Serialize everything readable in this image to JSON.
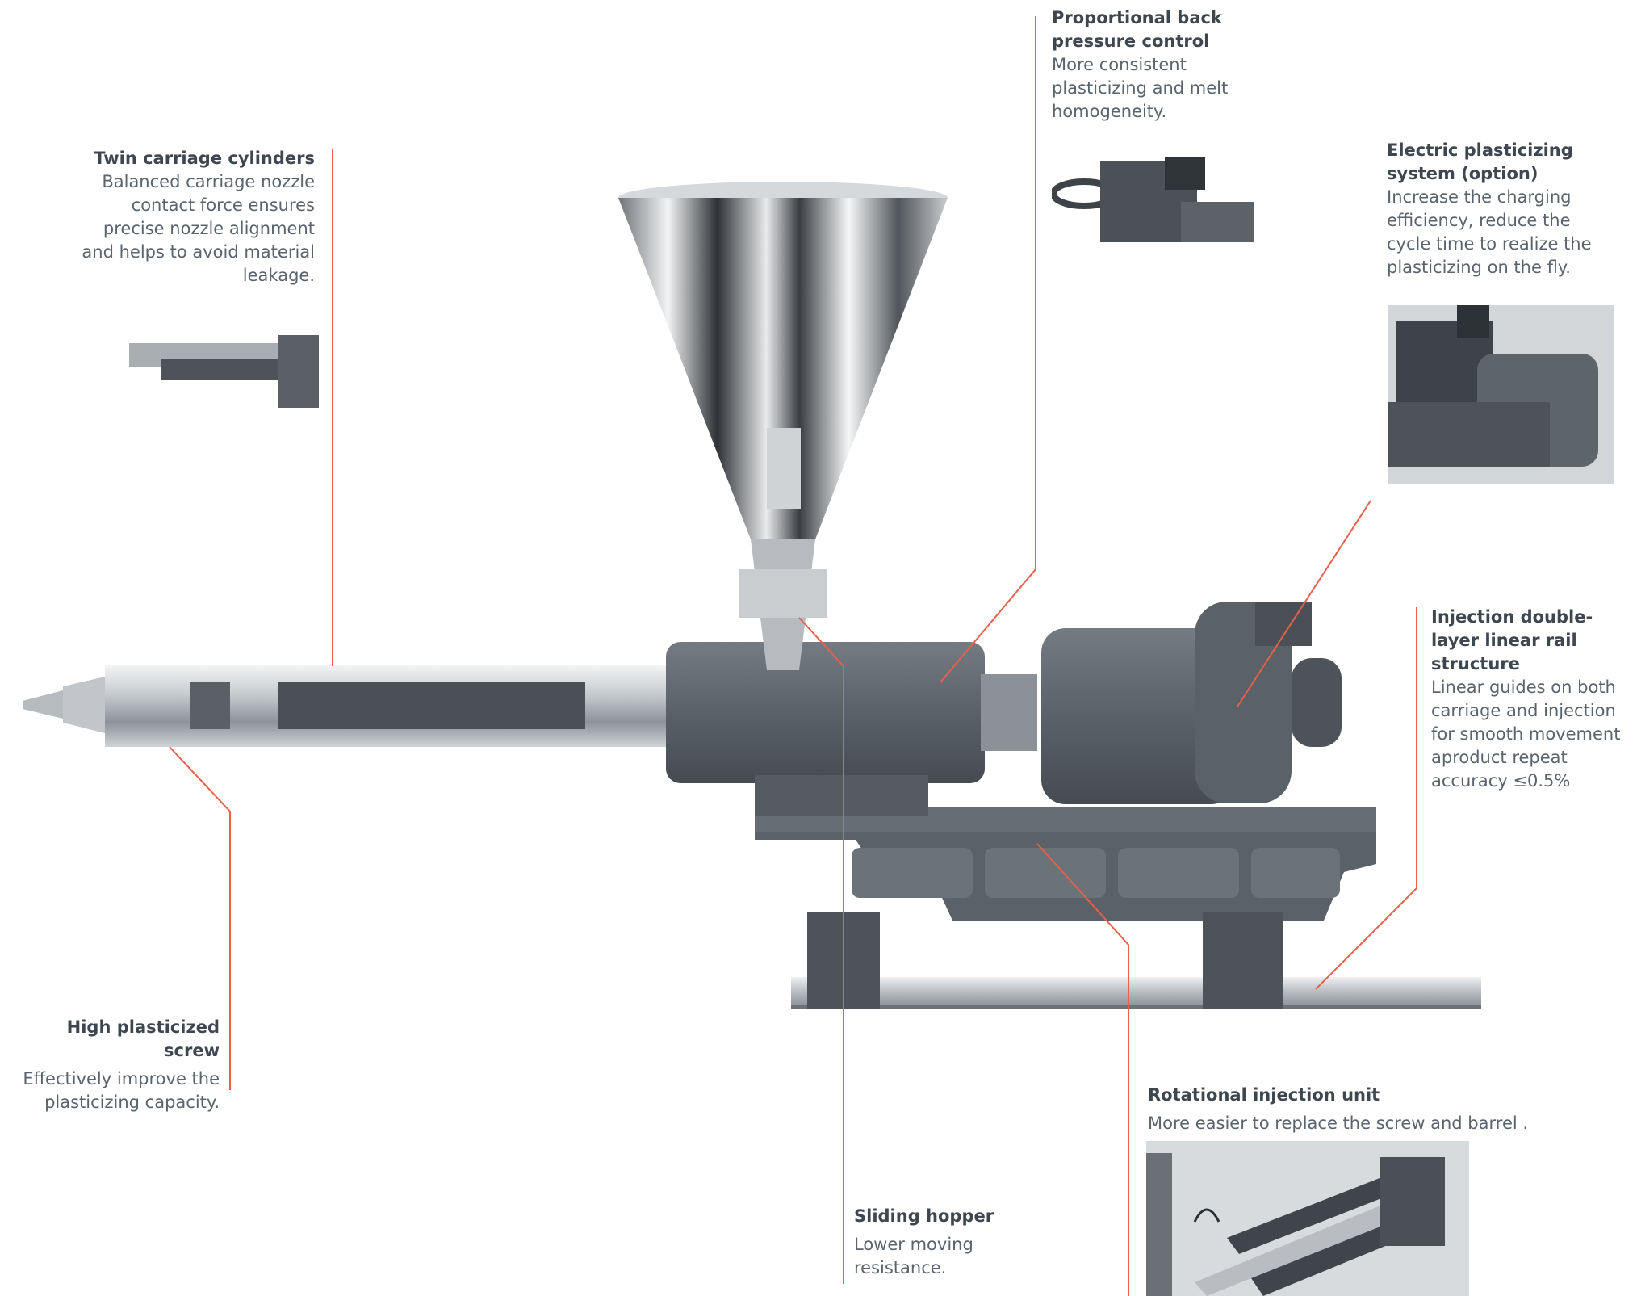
{
  "callouts": {
    "twin_carriage": {
      "title": "Twin carriage cylinders",
      "text": "Balanced carriage nozzle contact force ensures precise nozzle alignment and helps to avoid material leakage."
    },
    "back_pressure": {
      "title": "Proportional back pressure control",
      "text": "More consistent plasticizing and melt homogeneity."
    },
    "electric_plasticizing": {
      "title": "Electric plasticizing system (option)",
      "text": "Increase the charging efficiency, reduce the cycle time to realize the plasticizing on the fly."
    },
    "double_layer_rail": {
      "title": "Injection double-layer linear rail structure",
      "text": "Linear guides on both carriage and injection for smooth movement aproduct repeat accuracy ≤0.5%"
    },
    "high_screw": {
      "title": "High plasticized screw",
      "text": "Effectively improve the plasticizing capacity."
    },
    "rotational_unit": {
      "title": "Rotational injection unit",
      "text": "More easier to replace the screw and barrel ."
    },
    "sliding_hopper": {
      "title": "Sliding hopper",
      "text": "Lower moving resistance."
    }
  },
  "colors": {
    "leader_line": "#e8604a",
    "machine_body": "#5d646b",
    "machine_dark": "#454b51",
    "steel_light": "#d9dcde",
    "steel_dark": "#7f868c",
    "photo_bg": "#dcdfe1"
  }
}
